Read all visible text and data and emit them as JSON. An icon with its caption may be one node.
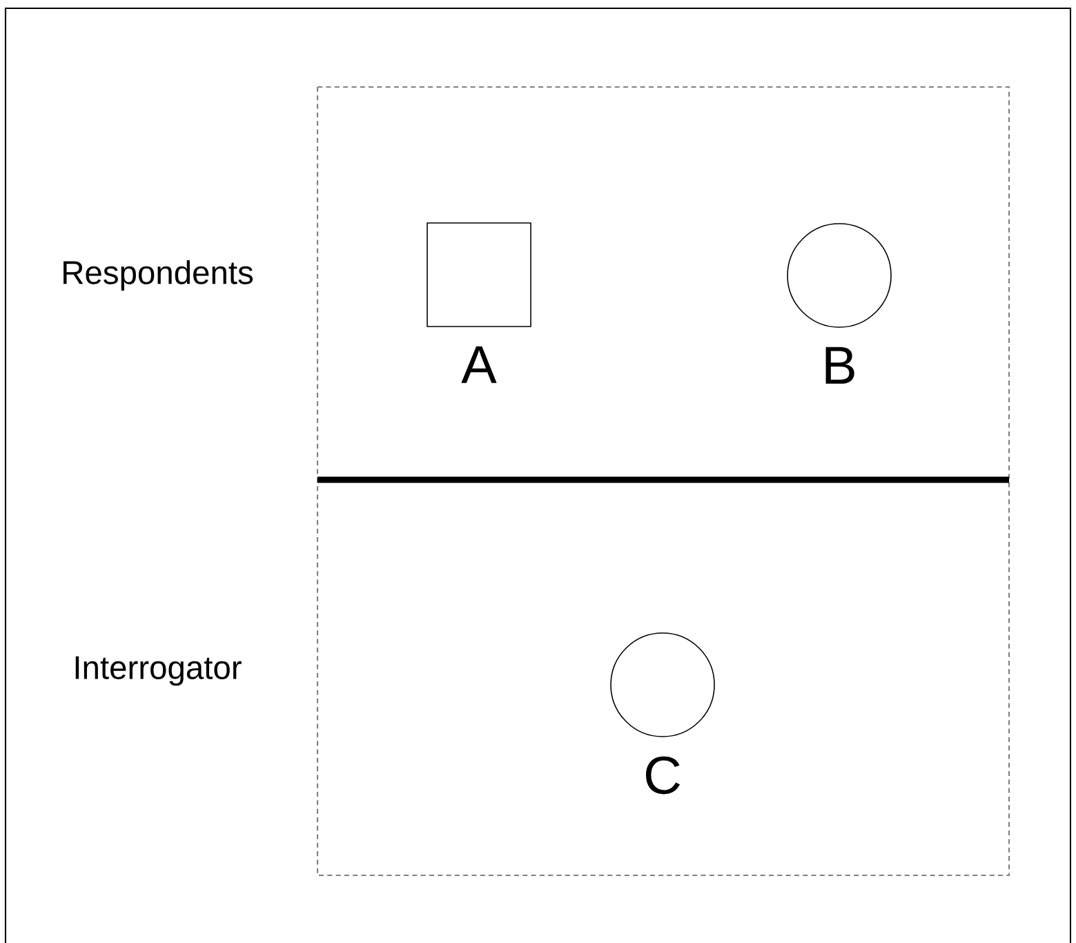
{
  "diagram": {
    "nodes": [
      {
        "text": [],
        "shape": "box",
        "beside": [
          "A"
        ]
      },
      {
        "text": [],
        "shape": "circle",
        "beside": [
          "B"
        ]
      },
      {
        "text": [],
        "shape": "circle",
        "beside": [
          "C"
        ]
      }
    ],
    "labels": [
      "Respondents",
      "Interrogator"
    ]
  }
}
